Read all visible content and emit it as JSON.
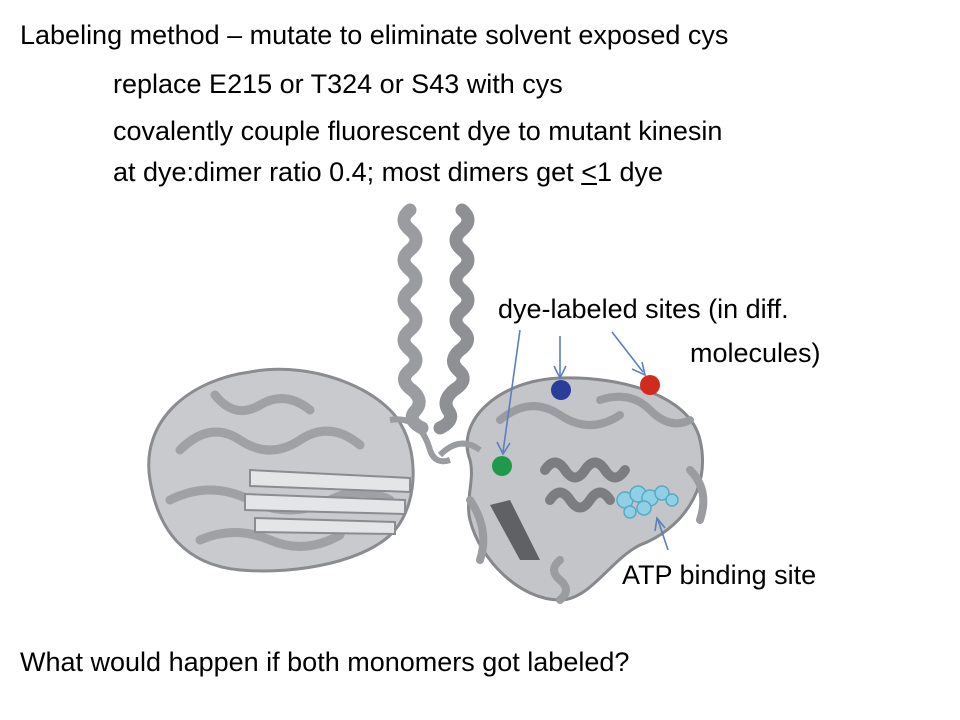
{
  "slide": {
    "line1": "Labeling method – mutate to eliminate solvent exposed cys",
    "line2": "replace E215 or T324 or S43 with cys",
    "line3": "covalently couple fluorescent dye to mutant kinesin",
    "line4_pre": "at dye:dimer ratio 0.4; most dimers get ",
    "line4_ul": "<",
    "line4_post": "1 dye",
    "question": "What would happen if both monomers got labeled?"
  },
  "figure": {
    "label_sites_1": "dye-labeled sites (in diff.",
    "label_sites_2": "molecules)",
    "label_atp": "ATP binding site",
    "colors": {
      "protein": "#9a9ca0",
      "protein_dark": "#6d6f73",
      "site_blue": "#2a3d9c",
      "site_red": "#d32a1e",
      "site_green": "#1f9a4a",
      "atp": "#8fd0e6",
      "arrow": "#5b7fbf"
    }
  }
}
